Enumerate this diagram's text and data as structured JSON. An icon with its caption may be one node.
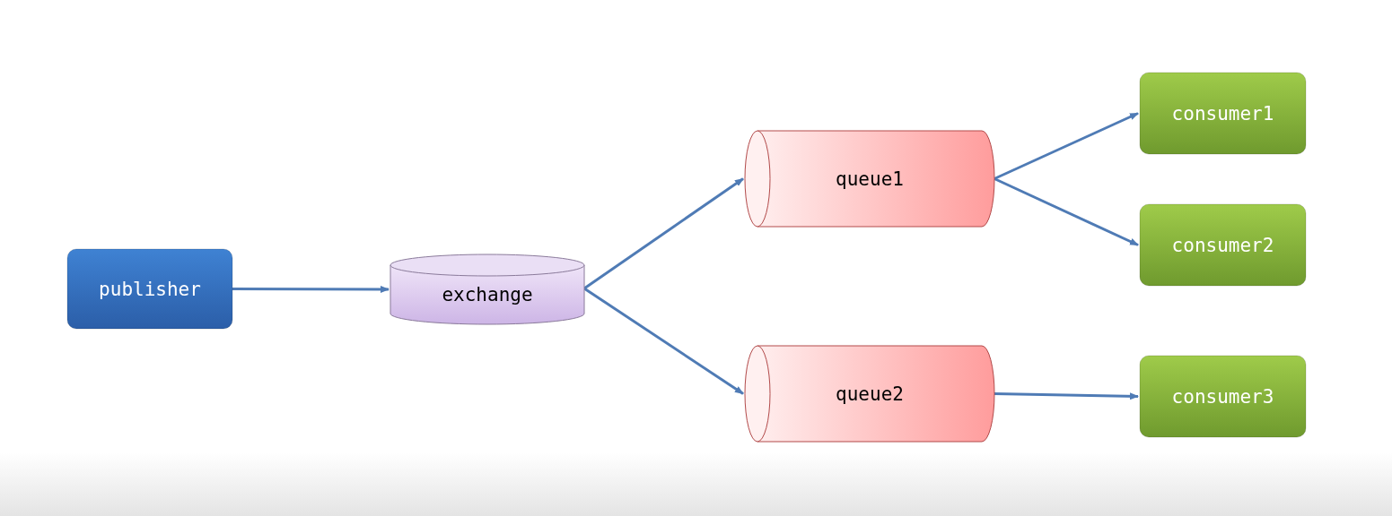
{
  "diagram": {
    "nodes": [
      {
        "text": [
          "publisher"
        ]
      },
      {
        "text": [
          "exchange"
        ]
      },
      {
        "text": [
          "queue1"
        ]
      },
      {
        "text": [
          "queue2"
        ]
      },
      {
        "text": [
          "consumer1"
        ]
      },
      {
        "text": [
          "consumer2"
        ]
      },
      {
        "text": [
          "consumer3"
        ]
      }
    ],
    "edges": [
      {
        "from": 0,
        "to": 1,
        "arrow": "to"
      },
      {
        "from": 1,
        "to": 2,
        "arrow": "to"
      },
      {
        "from": 1,
        "to": 3,
        "arrow": "to"
      },
      {
        "from": 2,
        "to": 4,
        "arrow": "to"
      },
      {
        "from": 2,
        "to": 5,
        "arrow": "to"
      },
      {
        "from": 3,
        "to": 6,
        "arrow": "to"
      }
    ]
  }
}
